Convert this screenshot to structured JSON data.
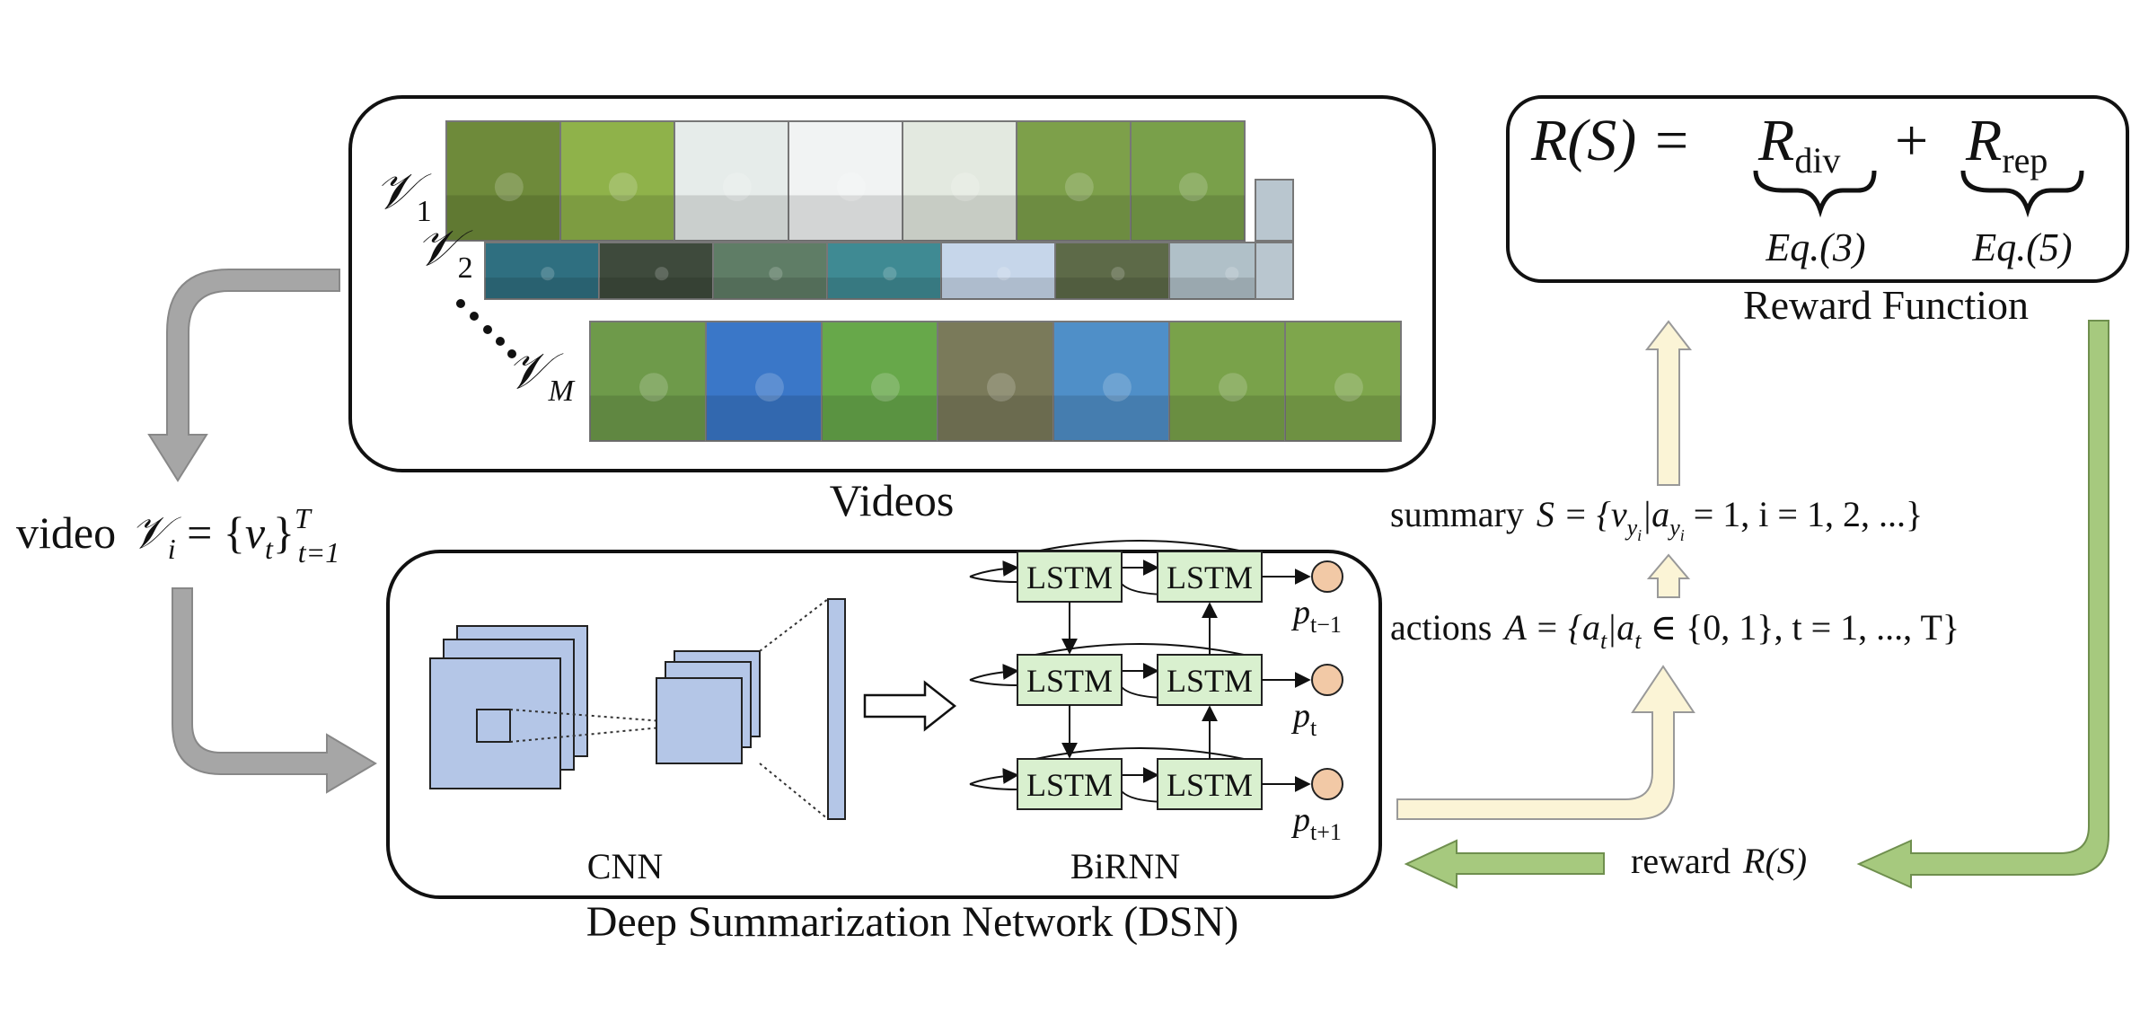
{
  "videos_panel": {
    "title": "Videos",
    "video_labels": [
      "𝒱",
      "𝒱",
      "𝒱"
    ],
    "video_subscripts": [
      "1",
      "2",
      "M"
    ],
    "strip1_colors": [
      "#6e8a3a",
      "#8fb24a",
      "#e6ecea",
      "#f1f3f3",
      "#e3e9e0",
      "#7da04a",
      "#79a04a"
    ],
    "strip2_colors": [
      "#2f6f80",
      "#3e4a3c",
      "#5f7d66",
      "#3f8a93",
      "#c6d6ea",
      "#5d6a48",
      "#b0c0c8"
    ],
    "stripM_colors": [
      "#6e9a4a",
      "#3a77c8",
      "#67a84a",
      "#7a7a5a",
      "#4f8fc8",
      "#79a24a",
      "#7ea64c"
    ]
  },
  "input_label": {
    "prefix": "video",
    "formula_left": "𝒱",
    "formula_sub": "i",
    "formula_eq": " = {",
    "formula_var": "v",
    "formula_var_sub": "t",
    "formula_close": "}",
    "formula_sup": "T",
    "formula_lower": "t=1"
  },
  "dsn_panel": {
    "title": "Deep Summarization Network (DSN)",
    "cnn_label": "CNN",
    "birnn_label": "BiRNN",
    "lstm_label": "LSTM",
    "p_labels": [
      {
        "base": "p",
        "sub": "t−1"
      },
      {
        "base": "p",
        "sub": "t"
      },
      {
        "base": "p",
        "sub": "t+1"
      }
    ]
  },
  "reward_panel": {
    "title": "Reward Function",
    "lhs": "R(S) =",
    "term1_base": "R",
    "term1_sub": "div",
    "plus": "+",
    "term2_base": "R",
    "term2_sub": "rep",
    "ref1": "Eq.(3)",
    "ref2": "Eq.(5)"
  },
  "summary_label": {
    "prefix": "summary",
    "formula": "S = {v",
    "sub1": "y",
    "sub1_i": "i",
    "mid": "|a",
    "sub2": "y",
    "sub2_i": "i",
    "tail": " = 1, i = 1, 2, ...}"
  },
  "actions_label": {
    "prefix": "actions",
    "formula": "A = {a",
    "sub1": "t",
    "mid": "|a",
    "sub2": "t",
    "tail": " ∈ {0, 1}, t = 1, ..., T}"
  },
  "reward_label": {
    "prefix": "reward",
    "formula": "R(S)"
  },
  "colors": {
    "gray_arrow": "#a6a6a6",
    "green_arrow": "#a6c97e",
    "yellow_arrow": "#fbf4d6",
    "cnn_blue": "#b4c6e7",
    "lstm_green": "#d9f0cf",
    "p_circle": "#f2c9a6"
  }
}
